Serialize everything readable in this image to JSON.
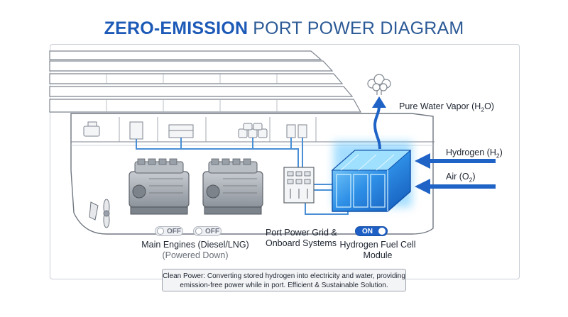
{
  "title": {
    "bold": "ZERO-EMISSION",
    "light": "PORT POWER DIAGRAM"
  },
  "labels": {
    "water_vapor": {
      "text": "Pure Water Vapor (H",
      "sub": "2",
      "suffix": "O)"
    },
    "hydrogen": {
      "text": "Hydrogen (H",
      "sub": "2",
      "suffix": ")"
    },
    "air": {
      "text": "Air (O",
      "sub": "2",
      "suffix": ")"
    },
    "grid_line1": "Port Power Grid &",
    "grid_line2": "Onboard Systems",
    "fuel_cell_line1": "Hydrogen Fuel Cell",
    "fuel_cell_line2": "Module",
    "engines": "Main Engines (Diesel/LNG)",
    "engines_status": "(Powered Down)"
  },
  "toggles": {
    "engine1": "OFF",
    "engine2": "OFF",
    "fuel_cell": "ON"
  },
  "caption": {
    "line1": "Clean Power: Converting stored hydrogen into electricity and water, providing",
    "line2": "emission-free power while in port. Efficient & Sustainable Solution."
  },
  "colors": {
    "title_blue": "#1d5ab7",
    "flow_blue": "#1f63c6",
    "fuel_cell_glow": "#5cc3ff",
    "toggle_on": "#1d5fc4"
  },
  "icons": [
    "steam-cloud-icon",
    "engine-icon",
    "control-panel-icon",
    "fuel-cell-icon",
    "propeller-icon"
  ]
}
